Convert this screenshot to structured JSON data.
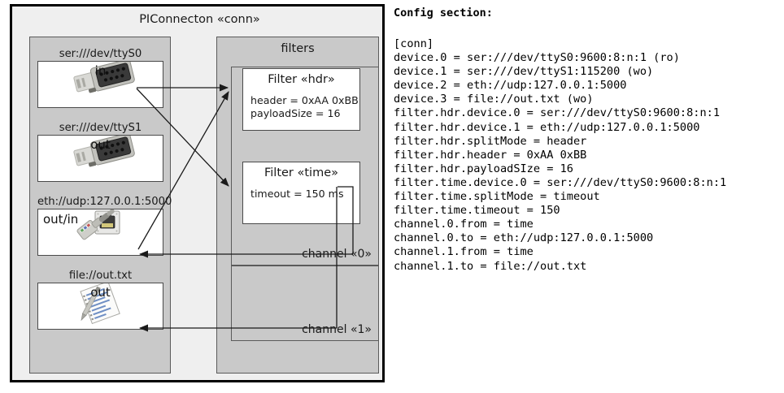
{
  "diagram": {
    "title": "PIConnecton «conn»",
    "devices_group": {
      "title": "",
      "items": [
        {
          "label": "ser:///dev/ttyS0",
          "direction": "in",
          "icon": "serial-port-icon"
        },
        {
          "label": "ser:///dev/ttyS1",
          "direction": "out",
          "icon": "serial-port-icon"
        },
        {
          "label": "eth://udp:127.0.0.1:5000",
          "direction": "out/in",
          "icon": "ethernet-jack-icon"
        },
        {
          "label": "file://out.txt",
          "direction": "out",
          "icon": "text-file-icon"
        }
      ]
    },
    "filters_group": {
      "title": "filters",
      "filters": [
        {
          "title": "Filter «hdr»",
          "props": [
            "header = 0xAA 0xBB",
            "payloadSize = 16"
          ]
        },
        {
          "title": "Filter «time»",
          "props": [
            "timeout = 150 ms"
          ]
        }
      ],
      "channels": [
        {
          "label": "channel «0»"
        },
        {
          "label": "channel «1»"
        }
      ]
    }
  },
  "config": {
    "heading": "Config section:",
    "lines": [
      "[conn]",
      "device.0 = ser:///dev/ttyS0:9600:8:n:1 (ro)",
      "device.1 = ser:///dev/ttyS1:115200 (wo)",
      "device.2 = eth://udp:127.0.0.1:5000",
      "device.3 = file://out.txt (wo)",
      "filter.hdr.device.0 = ser:///dev/ttyS0:9600:8:n:1",
      "filter.hdr.device.1 = eth://udp:127.0.0.1:5000",
      "filter.hdr.splitMode = header",
      "filter.hdr.header = 0xAA 0xBB",
      "filter.hdr.payloadSIze = 16",
      "filter.time.device.0 = ser:///dev/ttyS0:9600:8:n:1",
      "filter.time.splitMode = timeout",
      "filter.time.timeout = 150",
      "channel.0.from = time",
      "channel.0.to = eth://udp:127.0.0.1:5000",
      "channel.1.from = time",
      "channel.1.to = file://out.txt"
    ]
  },
  "colors": {
    "frame_bg": "#efefef",
    "group_bg": "#c9c9c9",
    "box_bg": "#ffffff",
    "border_dark": "#000000",
    "border_mid": "#5b5b5b",
    "text": "#1a1a1a"
  }
}
